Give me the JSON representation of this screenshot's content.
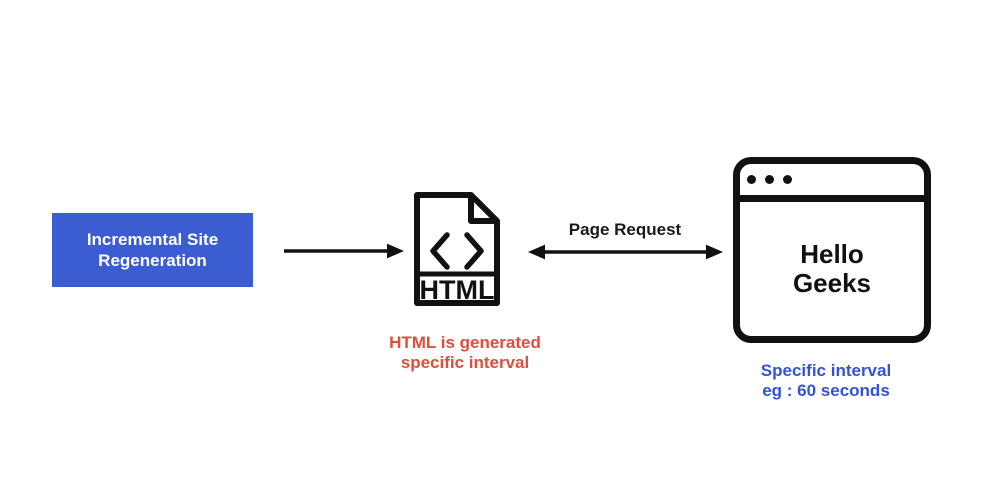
{
  "diagram": {
    "title_hint": "Incremental Site Regeneration flow",
    "source_box": {
      "line1": "Incremental Site",
      "line2": "Regeneration",
      "bg_color": "#3b5dd1",
      "text_color": "#ffffff"
    },
    "html_file": {
      "icon_label": "HTML",
      "glyph": "code-brackets"
    },
    "html_caption": {
      "line1": "HTML is generated",
      "line2": "specific interval",
      "color": "#dd4f3f"
    },
    "page_request": {
      "label": "Page Request"
    },
    "browser": {
      "content_line1": "Hello",
      "content_line2": "Geeks",
      "outline_color": "#111111"
    },
    "browser_caption": {
      "line1": "Specific interval",
      "line2": "eg : 60 seconds",
      "color": "#3452d6"
    }
  }
}
